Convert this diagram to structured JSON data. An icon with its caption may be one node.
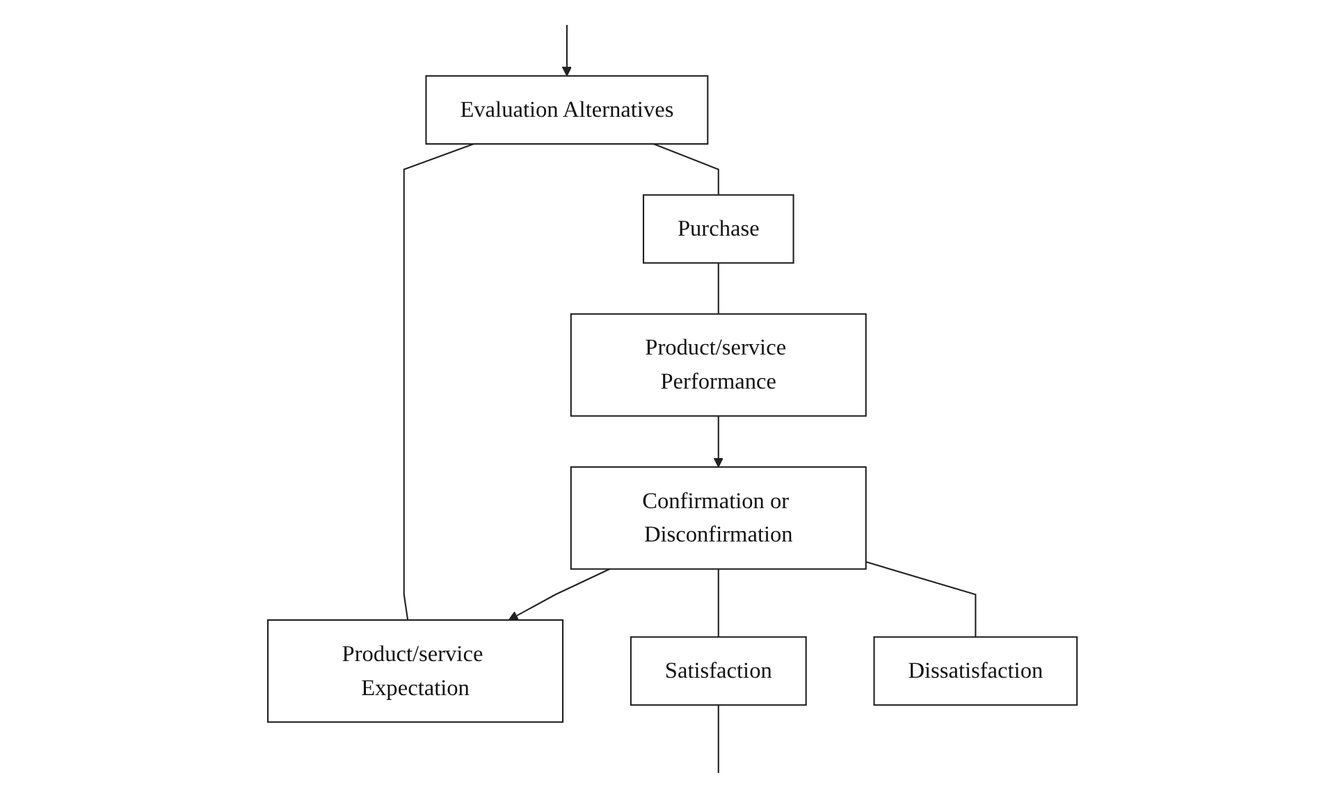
{
  "diagram": {
    "nodes": [
      {
        "text": [
          "Evaluation Alternatives"
        ]
      },
      {
        "text": [
          "Purchase"
        ]
      },
      {
        "text": [
          "Product/service Performance"
        ]
      },
      {
        "text": [
          "Confirmation or Disconfirmation"
        ]
      },
      {
        "text": [
          "Product/service Expectation"
        ]
      },
      {
        "text": [
          "Satisfaction"
        ]
      },
      {
        "text": [
          "Dissatisfaction"
        ]
      }
    ],
    "edges": [
      {
        "from": 0,
        "to": 1,
        "arrow": "none"
      },
      {
        "from": 1,
        "to": 2,
        "arrow": "none"
      },
      {
        "from": 2,
        "to": 3,
        "arrow": "to"
      },
      {
        "from": 3,
        "to": 4,
        "arrow": "to"
      },
      {
        "from": 4,
        "to": 0,
        "arrow": "none"
      },
      {
        "from": 3,
        "to": 5,
        "arrow": "none"
      },
      {
        "from": 3,
        "to": 6,
        "arrow": "none"
      },
      {
        "from": 5,
        "to": null,
        "arrow": "none"
      },
      {
        "from": null,
        "to": 0,
        "arrow": "to"
      }
    ]
  }
}
